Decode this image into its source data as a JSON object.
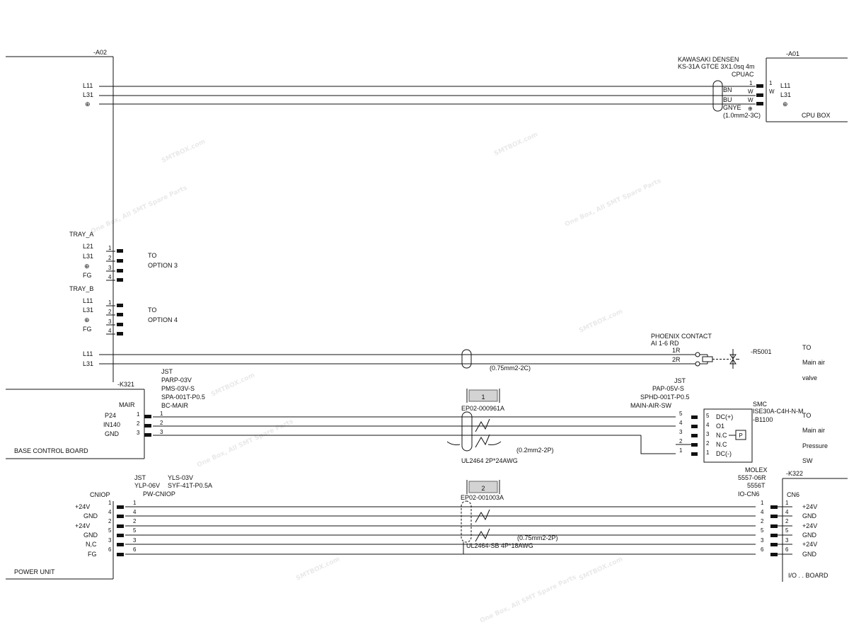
{
  "watermark": {
    "brand": "SMTBOX.com",
    "tagline": "One Box, All SMT Spare Parts"
  },
  "a02": {
    "ref": "-A02",
    "l11": "L11",
    "l31": "L31",
    "gnd": "⊕",
    "tray_a": {
      "name": "TRAY_A",
      "pins": [
        "L21",
        "L31",
        "⊕",
        "FG"
      ],
      "nums": [
        "1",
        "2",
        "3",
        "4"
      ],
      "dest": [
        "TO",
        "OPTION 3"
      ]
    },
    "tray_b": {
      "name": "TRAY_B",
      "pins": [
        "L11",
        "L31",
        "⊕",
        "FG"
      ],
      "nums": [
        "1",
        "2",
        "3",
        "4"
      ],
      "dest": [
        "TO",
        "OPTION 4"
      ]
    },
    "valve_l11": "L11",
    "valve_l31": "L31"
  },
  "a01": {
    "ref": "-A01",
    "cable_maker": "KAWASAKI DENSEN",
    "cable_spec": "KS-31A GTCE 3X1.0sq 4m",
    "connector": "CPUAC",
    "colors": [
      "BN",
      "BU",
      "GNYE"
    ],
    "wire_codes": [
      "W",
      "W",
      "⊕"
    ],
    "pin_no": "1",
    "section": "(1.0mm2-3C)",
    "box_labels": [
      "L11",
      "L31",
      "⊕"
    ],
    "box_pins": [
      "1",
      "W"
    ],
    "box_name": "CPU BOX"
  },
  "valve": {
    "maker": "PHOENIX  CONTACT",
    "part": "AI 1-6 RD",
    "wires": [
      "1R",
      "2R"
    ],
    "section": "(0.75mm2-2C)",
    "ref": "-R5001",
    "dest": [
      "TO",
      "Main air",
      "valve"
    ]
  },
  "k321": {
    "ref": "-K321",
    "conn_maker": "JST",
    "conn_parts": [
      "PARP-03V",
      "PMS-03V-S",
      "SPA-001T-P0.5",
      "BC-MAIR"
    ],
    "conn_name": "MAIR",
    "signals": [
      "P24",
      "IN140",
      "GND"
    ],
    "pins": [
      "1",
      "2",
      "3"
    ],
    "board": "BASE CONTROL BOARD"
  },
  "cable1": {
    "tag": "1",
    "part": "EP02-000961A",
    "section": "(0.2mm2-2P)",
    "spec": "UL2464 2P*24AWG"
  },
  "sw": {
    "conn_maker": "JST",
    "conn_parts": [
      "PAP-05V-S",
      "SPHD-001T-P0.5",
      "MAIN-AIR-SW"
    ],
    "pins": [
      "5",
      "4",
      "3",
      "2",
      "1"
    ],
    "signals": [
      "DC(+)",
      "O1",
      "N.C",
      "N.C",
      "DC(-)"
    ],
    "maker": "SMC",
    "part": "ISE30A-C4H-N-M",
    "suffix": "-B1100",
    "p_label": "P",
    "dest": [
      "TO",
      "Main air",
      "Pressure",
      "SW"
    ]
  },
  "power": {
    "conn_maker": "JST",
    "conn_part": "YLP-06V",
    "conn_extra": "YLS-03V",
    "conn_term": "SYF-41T-P0.5A",
    "conn_id": "PW-CNIOP",
    "conn_name": "CNIOP",
    "signals": [
      "+24V",
      "GND",
      "+24V",
      "GND",
      "N,C",
      "FG"
    ],
    "pins": [
      "1",
      "2",
      "5",
      "4",
      "3",
      "6"
    ],
    "wire_nums": [
      "1",
      "4",
      "2",
      "5",
      "3",
      "6"
    ],
    "unit": "POWER UNIT"
  },
  "cable2": {
    "tag": "2",
    "part": "EP02-001003A",
    "section": "(0.75mm2-2P)",
    "spec": "UL2464-SB 4P*18AWG"
  },
  "k322": {
    "ref": "-K322",
    "maker": "MOLEX",
    "part1": "5557-06R",
    "part2": "5556T",
    "conn_id": "IO-CN6",
    "conn_name": "CN6",
    "left_pins": [
      "1",
      "4",
      "2",
      "5",
      "3",
      "6"
    ],
    "right_pins": [
      "1",
      "4",
      "2",
      "5",
      "3",
      "6"
    ],
    "signals": [
      "+24V",
      "GND",
      "+24V",
      "GND",
      "+24V",
      "GND"
    ],
    "board": "I/O   . . BOARD"
  }
}
